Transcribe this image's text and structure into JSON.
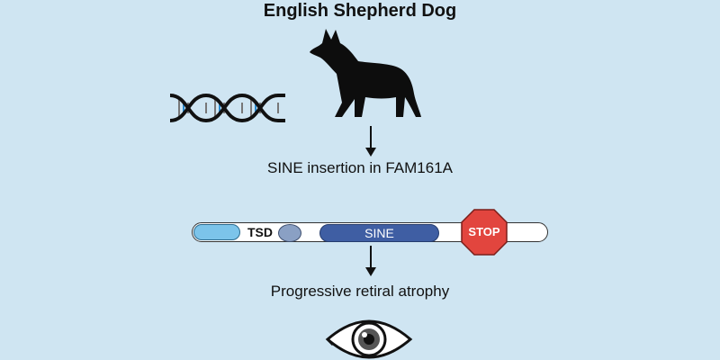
{
  "title": "English Shepherd Dog",
  "insertion_label": "SINE insertion in FAM161A",
  "gene_segments": {
    "tsd": "TSD",
    "sine": "SINE",
    "stop": "STOP"
  },
  "outcome_label": "Progressive retiral atrophy",
  "icons": [
    "dna-helix-icon",
    "dog-silhouette-icon",
    "eye-icon"
  ],
  "colors": {
    "background": "#cfe5f2",
    "tsd_left": "#7cc4ea",
    "tsd_right": "#8aa0c4",
    "sine": "#3f5ea3",
    "stop": "#e2453e"
  }
}
